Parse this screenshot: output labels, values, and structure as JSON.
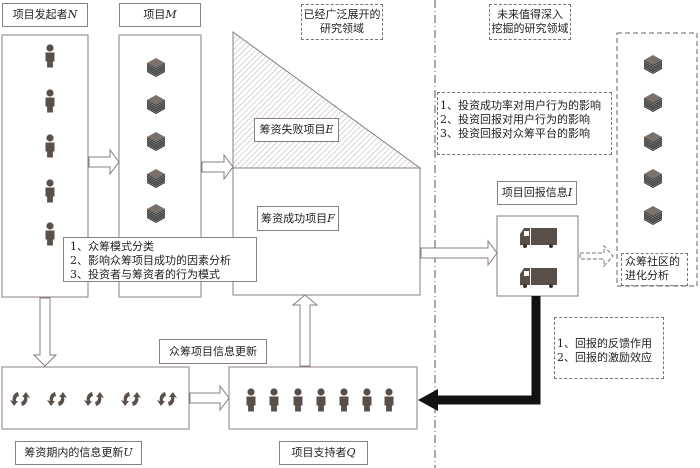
{
  "titles": {
    "initiator": "项目发起者",
    "initiator_var": "N",
    "project": "项目",
    "project_var": "M",
    "failed": "筹资失败项目",
    "failed_var": "E",
    "success": "筹资成功项目",
    "success_var": "F",
    "reward_info": "项目回报信息",
    "reward_info_var": "I",
    "update_period": "筹资期内的信息更新",
    "update_period_var": "U",
    "supporters": "项目支持者",
    "supporters_var": "Q",
    "project_update": "众筹项目信息更新"
  },
  "regions": {
    "studied_line1": "已经广泛展开的",
    "studied_line2": "研究领域",
    "future_line1": "未来值得深入",
    "future_line2": "挖掘的研究领域"
  },
  "notes": {
    "studied_topics": [
      "1、众筹模式分类",
      "2、影响众筹项目成功的因素分析",
      "3、投资者与筹资者的行为模式"
    ],
    "future_topics": [
      "1、投资成功率对用户行为的影响",
      "2、投资回报对用户行为的影响",
      "3、投资回报对众筹平台的影响"
    ],
    "reward_topics": [
      "1、回报的反馈作用",
      "2、回报的激励效应"
    ],
    "community_line1": "众筹社区的",
    "community_line2": "进化分析"
  },
  "icons": {
    "initiators": [
      "person-icon",
      "person-icon",
      "person-icon",
      "person-icon",
      "person-icon"
    ],
    "projects": [
      "stack-icon",
      "stack-icon",
      "stack-icon",
      "stack-icon",
      "stack-icon"
    ],
    "community": [
      "stack-icon",
      "stack-icon",
      "stack-icon",
      "stack-icon",
      "stack-icon"
    ],
    "updates": [
      "refresh-icon",
      "refresh-icon",
      "refresh-icon",
      "refresh-icon",
      "refresh-icon"
    ],
    "supporters": [
      "person-icon",
      "person-icon",
      "person-icon",
      "person-icon",
      "person-icon",
      "person-icon",
      "person-icon"
    ],
    "rewards": [
      "truck-icon",
      "truck-icon"
    ]
  },
  "colors": {
    "icon": "#5b4f4a",
    "border": "#8a7f7c",
    "feedback_arrow": "#111111"
  }
}
